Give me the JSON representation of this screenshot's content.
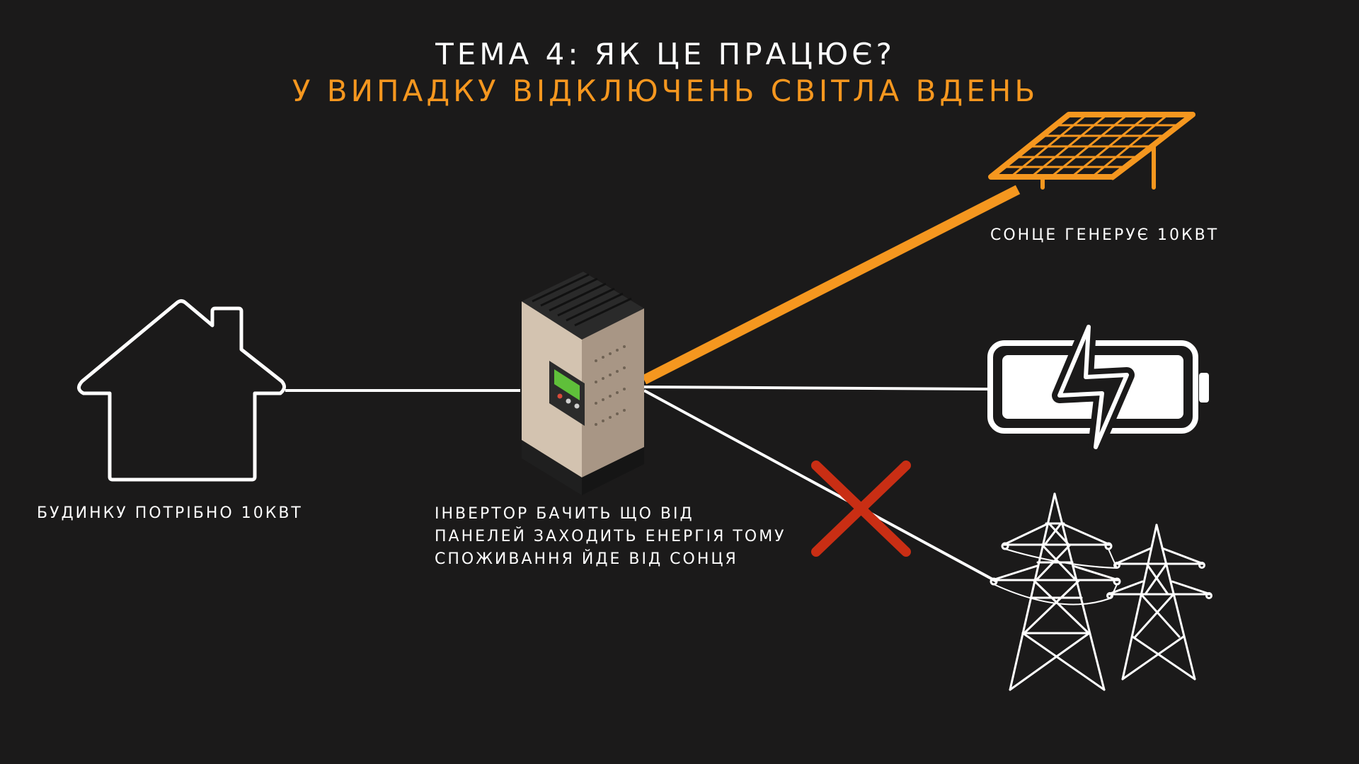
{
  "colors": {
    "background": "#1b1a1a",
    "accent": "#f5971f",
    "line": "#ffffff",
    "cross": "#c92e14"
  },
  "header": {
    "title": "ТЕМА 4: ЯК ЦЕ ПРАЦЮЄ?",
    "subtitle": "У ВИПАДКУ ВІДКЛЮЧЕНЬ СВІТЛА ВДЕНЬ"
  },
  "nodes": {
    "house": {
      "icon": "house-icon",
      "caption": "БУДИНКУ ПОТРІБНО 10КВТ"
    },
    "solar": {
      "icon": "solar-panel-icon",
      "caption": "СОНЦЕ ГЕНЕРУЄ 10КВТ"
    },
    "inverter": {
      "icon": "inverter-icon",
      "caption_lines": [
        "ІНВЕРТОР БАЧИТЬ ЩО ВІД",
        "ПАНЕЛЕЙ ЗАХОДИТЬ ЕНЕРГІЯ ТОМУ",
        "СПОЖИВАННЯ ЙДЕ ВІД СОНЦЯ"
      ]
    },
    "battery": {
      "icon": "battery-charging-icon"
    },
    "grid": {
      "icon": "power-tower-icon",
      "status": "disconnected",
      "status_icon": "cross-icon"
    }
  }
}
